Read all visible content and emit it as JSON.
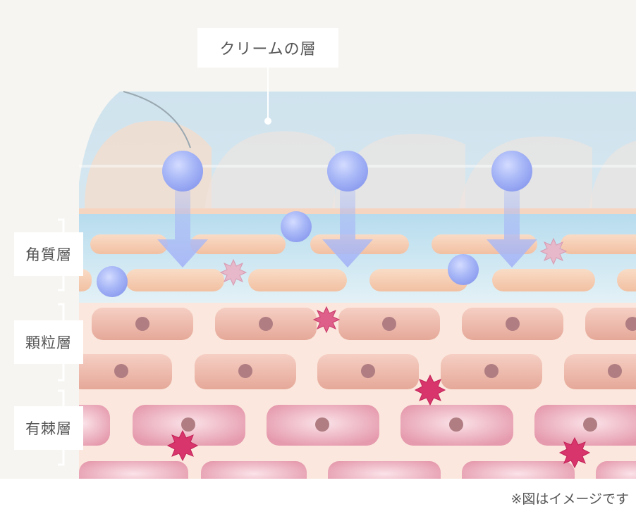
{
  "diagram": {
    "cream_layer_label": "クリームの層",
    "layers": [
      {
        "label": "角質層"
      },
      {
        "label": "顆粒層"
      },
      {
        "label": "有棘層"
      }
    ],
    "note": "※図はイメージです"
  },
  "colors": {
    "background": "#f6f5f1",
    "cream_layer": "#dce9f0",
    "stratum_corneum": "#c9e3ef",
    "corneum_cell": "#f6cfb4",
    "granular_cell": "#eab6a9",
    "spinous_cell": "#eba7b6",
    "nucleus": "#b07d82",
    "ingredient_sphere": "#a9b8f7",
    "arrow": "#a8b8f6",
    "irritant_pale": "#e6b8c9",
    "irritant": "#d8356c"
  }
}
